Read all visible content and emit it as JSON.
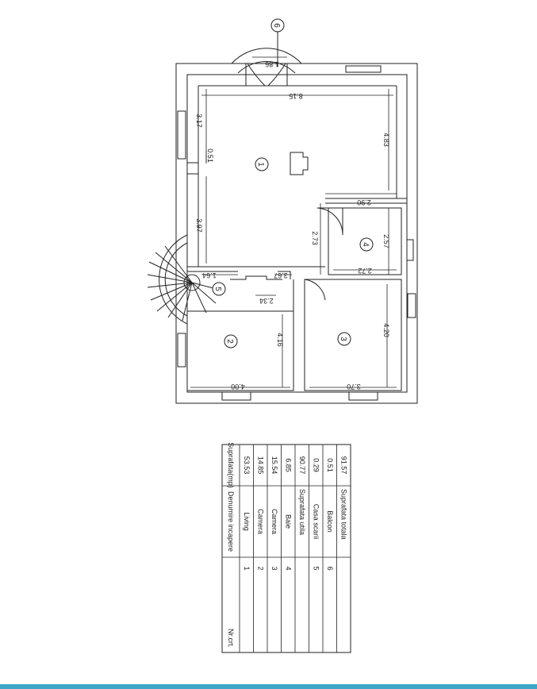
{
  "plan": {
    "dims": {
      "d_186": "1.86",
      "d_815": "8.15",
      "d_317": "3.17",
      "d_483": "4.83",
      "d_051": "0.51",
      "d_290": "2.90",
      "d_397": "3.97",
      "d_273": "2.73",
      "d_257": "2.57",
      "d_272": "2.72",
      "d_164": "1.64",
      "d_367": "3.67",
      "d_234": "2.34",
      "d_416": "4.16",
      "d_420": "4.20",
      "d_400": "4.00",
      "d_370": "3.70"
    },
    "rooms": {
      "r1": "1",
      "r2": "2",
      "r3": "3",
      "r4": "4",
      "r5": "5",
      "r6": "6"
    }
  },
  "table": {
    "headers": [
      "Nr.crt.",
      "Denumire incapere",
      "Suprafata(mp)"
    ],
    "rows": [
      {
        "nr": "1",
        "name": "Living",
        "area": "53.53"
      },
      {
        "nr": "2",
        "name": "Camera",
        "area": "14.85"
      },
      {
        "nr": "3",
        "name": "Camera",
        "area": "15.54"
      },
      {
        "nr": "4",
        "name": "Baie",
        "area": "6.85"
      },
      {
        "nr": "",
        "name": "Suprafata utila",
        "area": "90.77"
      },
      {
        "nr": "5",
        "name": "Casa scarii",
        "area": "0.29"
      },
      {
        "nr": "6",
        "name": "Balcon",
        "area": "0.51"
      },
      {
        "nr": "",
        "name": "Suprafata totala",
        "area": "91.57"
      }
    ]
  },
  "colors": {
    "line": "#222222",
    "accent": "#3ea6c9"
  }
}
